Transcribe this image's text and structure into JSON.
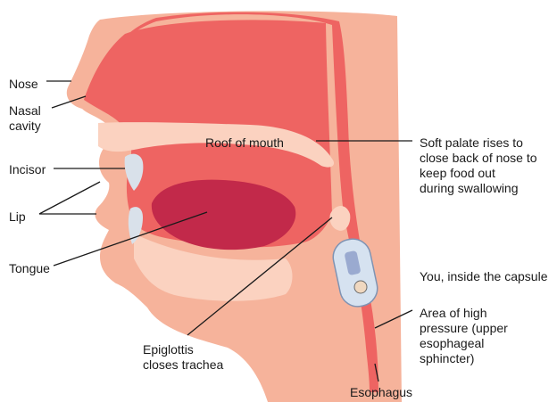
{
  "labels": {
    "nose": "Nose",
    "nasal_cavity": [
      "Nasal",
      "cavity"
    ],
    "incisor": "Incisor",
    "lip": "Lip",
    "tongue": "Tongue",
    "roof_of_mouth": "Roof of mouth",
    "soft_palate": [
      "Soft palate rises to",
      "close back of nose to",
      "keep food out",
      "during swallowing"
    ],
    "capsule": "You, inside the capsule",
    "high_pressure": [
      "Area of high",
      "pressure (upper",
      "esophageal",
      "sphincter)"
    ],
    "epiglottis": [
      "Epiglottis",
      "closes trachea"
    ],
    "esophagus": "Esophagus"
  },
  "colors": {
    "skin": "#f6b39b",
    "mouth_red": "#ee6462",
    "tongue_dark": "#c2294a",
    "palate_light": "#fbd2c0",
    "teeth": "#d9e1ea",
    "lines": "#1a1a1a"
  }
}
